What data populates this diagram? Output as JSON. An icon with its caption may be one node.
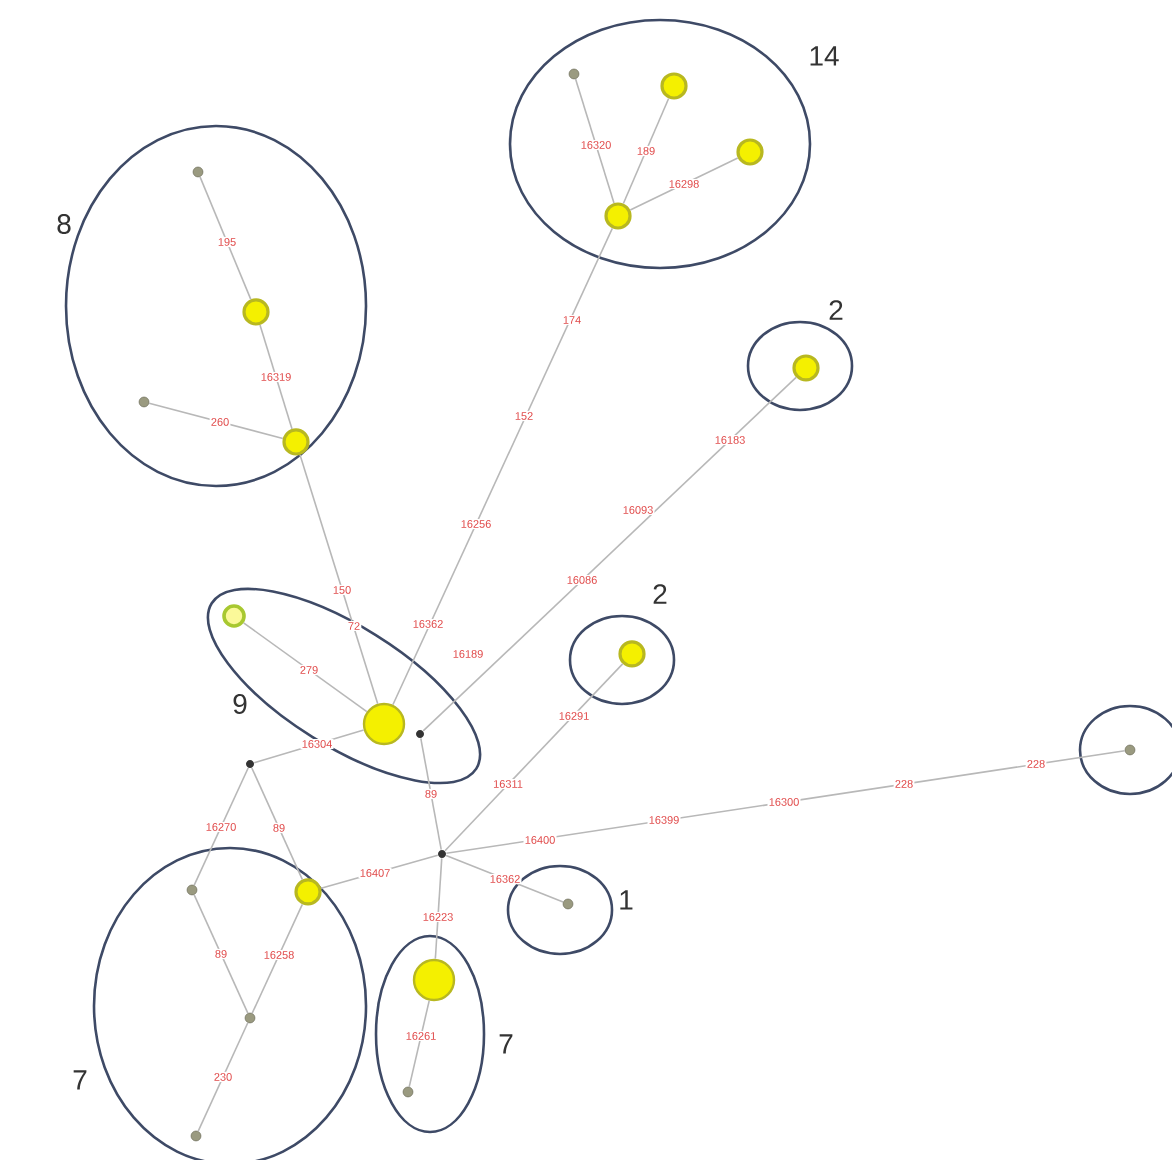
{
  "diagram": {
    "nodes": [
      {
        "text": [
          "8"
        ]
      },
      {
        "text": [],
        "shape": "circle",
        "in": 0
      },
      {
        "text": [],
        "shape": "circle",
        "in": 0
      },
      {
        "text": [],
        "shape": "circle",
        "in": 0
      },
      {
        "text": [],
        "shape": "circle",
        "in": 0
      },
      {
        "text": [
          "14"
        ]
      },
      {
        "text": [],
        "shape": "circle",
        "in": 5
      },
      {
        "text": [],
        "shape": "circle",
        "in": 5
      },
      {
        "text": [],
        "shape": "circle",
        "in": 5
      },
      {
        "text": [],
        "shape": "circle",
        "in": 5
      },
      {
        "text": [
          "2"
        ]
      },
      {
        "text": [],
        "shape": "circle",
        "in": 10
      },
      {
        "text": [
          "9"
        ]
      },
      {
        "text": [],
        "shape": "circle",
        "in": 12
      },
      {
        "text": [],
        "shape": "circle",
        "in": 12
      },
      {
        "text": [],
        "shape": "circle",
        "in": 12
      },
      {
        "text": [
          "2"
        ]
      },
      {
        "text": [],
        "shape": "circle",
        "in": 16
      },
      {
        "text": [],
        "shape": "circle"
      },
      {
        "text": [
          "7"
        ]
      },
      {
        "text": [],
        "shape": "circle",
        "in": 19
      },
      {
        "text": [],
        "shape": "circle",
        "in": 19
      },
      {
        "text": [],
        "shape": "circle",
        "in": 19
      },
      {
        "text": [],
        "shape": "circle",
        "in": 19
      },
      {
        "text": [],
        "shape": "circle"
      },
      {
        "text": [],
        "shape": "circle"
      },
      {
        "text": [],
        "shape": "circle",
        "in": 25
      },
      {
        "text": [
          "1"
        ]
      },
      {
        "text": [],
        "shape": "circle",
        "in": 27
      },
      {
        "text": [
          "7"
        ]
      },
      {
        "text": [],
        "shape": "circle",
        "in": 29
      },
      {
        "text": [],
        "shape": "circle",
        "in": 29
      }
    ],
    "edges": [
      {
        "from": 1,
        "to": 2,
        "arrow": "none",
        "label": "195"
      },
      {
        "from": 2,
        "to": 4,
        "arrow": "none",
        "label": "16319"
      },
      {
        "from": 3,
        "to": 4,
        "arrow": "none",
        "label": "260"
      },
      {
        "from": 4,
        "to": 14,
        "arrow": "none",
        "label": "150"
      },
      {
        "from": 6,
        "to": 9,
        "arrow": "none",
        "label": "16320"
      },
      {
        "from": 7,
        "to": 9,
        "arrow": "none",
        "label": "189"
      },
      {
        "from": 8,
        "to": 9,
        "arrow": "none",
        "label": "16298"
      },
      {
        "from": 9,
        "to": 14,
        "arrow": "none",
        "label": "174"
      },
      {
        "from": 11,
        "to": 15,
        "arrow": "none",
        "label": "16183"
      },
      {
        "from": 13,
        "to": 14,
        "arrow": "none",
        "label": "279"
      },
      {
        "from": 14,
        "to": 18,
        "arrow": "none",
        "label": "16304"
      },
      {
        "from": 18,
        "to": 20,
        "arrow": "none",
        "label": "16270"
      },
      {
        "from": 18,
        "to": 21,
        "arrow": "none",
        "label": "89"
      },
      {
        "from": 20,
        "to": 22,
        "arrow": "none",
        "label": "89"
      },
      {
        "from": 21,
        "to": 22,
        "arrow": "none",
        "label": "16258"
      },
      {
        "from": 22,
        "to": 23,
        "arrow": "none",
        "label": "230"
      },
      {
        "from": 15,
        "to": 24,
        "arrow": "none",
        "label": "89"
      },
      {
        "from": 24,
        "to": 17,
        "arrow": "none",
        "label": "16291"
      },
      {
        "from": 24,
        "to": 26,
        "arrow": "none",
        "label": "16400"
      },
      {
        "from": 24,
        "to": 28,
        "arrow": "none",
        "label": "16362"
      },
      {
        "from": 24,
        "to": 21,
        "arrow": "none",
        "label": "16407"
      },
      {
        "from": 24,
        "to": 30,
        "arrow": "none",
        "label": "16223"
      },
      {
        "from": 30,
        "to": 31,
        "arrow": "none",
        "label": "16261"
      }
    ],
    "labels": [
      "72",
      "152",
      "16256",
      "16362",
      "16093",
      "16086",
      "16189",
      "16311",
      "16399",
      "16300",
      "228",
      "228"
    ]
  }
}
